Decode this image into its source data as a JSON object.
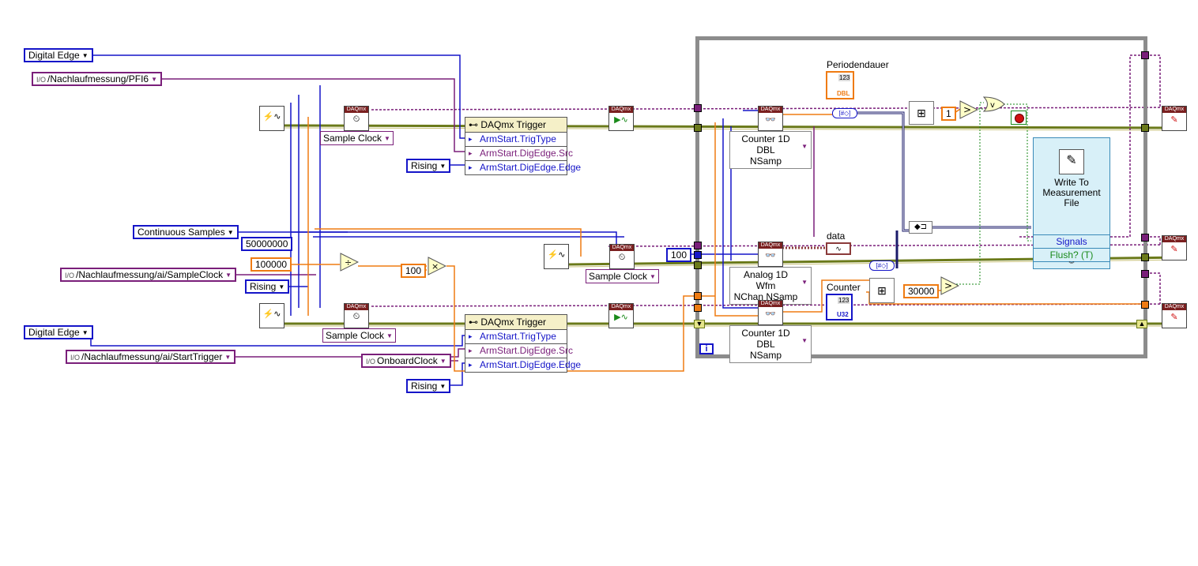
{
  "constants": {
    "digital_edge_1": "Digital Edge",
    "pfi6": "/Nachlaufmessung/PFI6",
    "continuous_samples": "Continuous Samples",
    "fifty_million": "50000000",
    "hundred_thousand": "100000",
    "sample_clock_terminal": "/Nachlaufmessung/ai/SampleClock",
    "rising_1": "Rising",
    "digital_edge_2": "Digital Edge",
    "start_trigger": "/Nachlaufmessung/ai/StartTrigger",
    "onboard_clock": "OnboardClock",
    "rising_2": "Rising",
    "rising_3": "Rising",
    "hundred_a": "100",
    "hundred_b": "100",
    "one": "1",
    "thirty_thousand": "30000",
    "io_prefix": "I/O"
  },
  "nodes": {
    "sample_clock_1": "Sample Clock",
    "sample_clock_2": "Sample Clock",
    "sample_clock_3": "Sample Clock",
    "trigger_1_title": "DAQmx Trigger",
    "trigger_1_rows": [
      "ArmStart.TrigType",
      "ArmStart.DigEdge.Src",
      "ArmStart.DigEdge.Edge"
    ],
    "trigger_2_title": "DAQmx Trigger",
    "trigger_2_rows": [
      "ArmStart.TrigType",
      "ArmStart.DigEdge.Src",
      "ArmStart.DigEdge.Edge"
    ],
    "read_1": [
      "Counter 1D DBL",
      "NSamp"
    ],
    "read_2": [
      "Analog 1D Wfm",
      "NChan NSamp"
    ],
    "read_3": [
      "Counter 1D DBL",
      "NSamp"
    ],
    "daqmx_badge": "DAQmx",
    "loop_index": "i"
  },
  "indicators": {
    "periodendauer": "Periodendauer",
    "data": "data",
    "counter": "Counter",
    "dbl": "DBL",
    "u32": "U32",
    "num_123": "123"
  },
  "express_vi": {
    "title": "Write To Measurement File",
    "signals": "Signals",
    "flush": "Flush? (T)"
  },
  "colors": {
    "enum_blue": "#1515c8",
    "io_purple": "#7a1f7a",
    "numeric_orange": "#ef7b12",
    "task_green": "#6b7a1a",
    "loop_gray": "#8c8c8c",
    "daqmx_red": "#7a1f1f"
  }
}
